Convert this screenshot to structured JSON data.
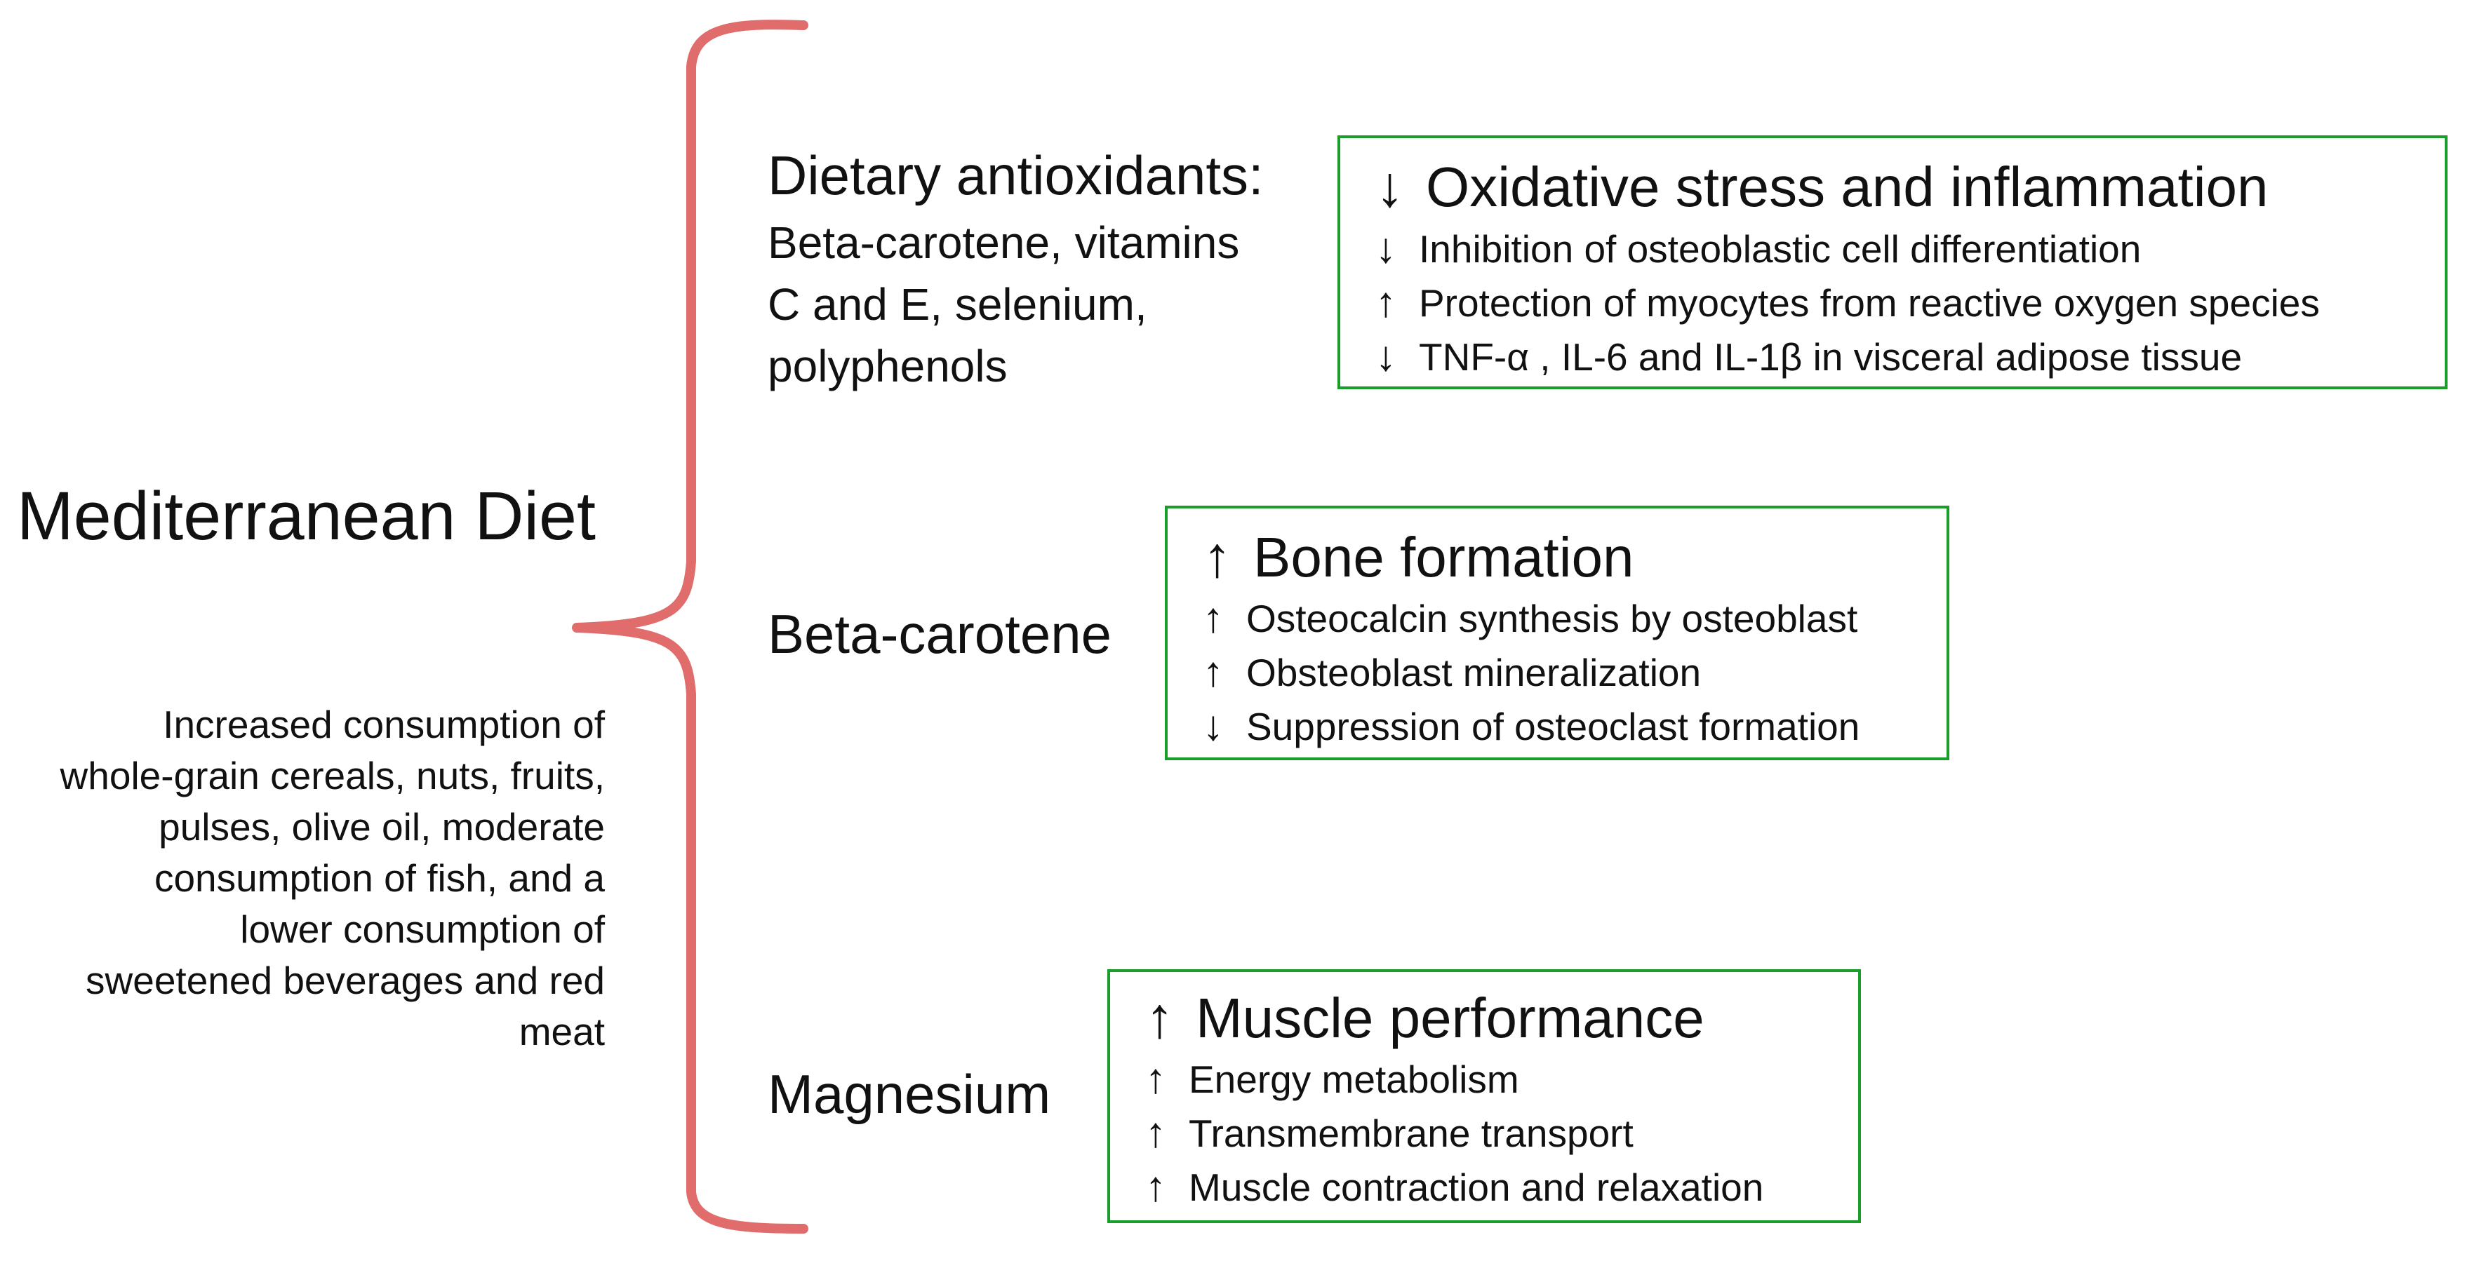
{
  "diagram": {
    "title": "Mediterranean Diet",
    "description": "Increased consumption of whole-grain cereals, nuts, fruits, pulses, olive oil, moderate consumption of fish, and a lower consumption of sweetened beverages and red meat",
    "brace_color": "#e06c6c",
    "box_border_color": "#1a9e2a",
    "categories": [
      {
        "heading": "Dietary antioxidants:",
        "detail_lines": [
          "Beta-carotene, vitamins",
          "C and E, selenium,",
          "polyphenols"
        ],
        "effect": {
          "title_arrow": "↓",
          "title": "Oxidative stress and inflammation",
          "items": [
            {
              "arrow": "↓",
              "text": "Inhibition of osteoblastic cell differentiation"
            },
            {
              "arrow": "↑",
              "text": "Protection of myocytes from reactive oxygen species"
            },
            {
              "arrow": "↓",
              "text": "TNF-α , IL-6 and IL-1β in visceral adipose tissue"
            }
          ]
        }
      },
      {
        "heading": "Beta-carotene",
        "detail_lines": [],
        "effect": {
          "title_arrow": "↑",
          "title": "Bone formation",
          "items": [
            {
              "arrow": "↑",
              "text": "Osteocalcin synthesis by osteoblast"
            },
            {
              "arrow": "↑",
              "text": "Obsteoblast mineralization"
            },
            {
              "arrow": "↓",
              "text": "Suppression of osteoclast formation"
            }
          ]
        }
      },
      {
        "heading": "Magnesium",
        "detail_lines": [],
        "effect": {
          "title_arrow": "↑",
          "title": "Muscle performance",
          "items": [
            {
              "arrow": "↑",
              "text": "Energy metabolism"
            },
            {
              "arrow": "↑",
              "text": "Transmembrane transport"
            },
            {
              "arrow": "↑",
              "text": "Muscle contraction and relaxation"
            }
          ]
        }
      }
    ]
  }
}
